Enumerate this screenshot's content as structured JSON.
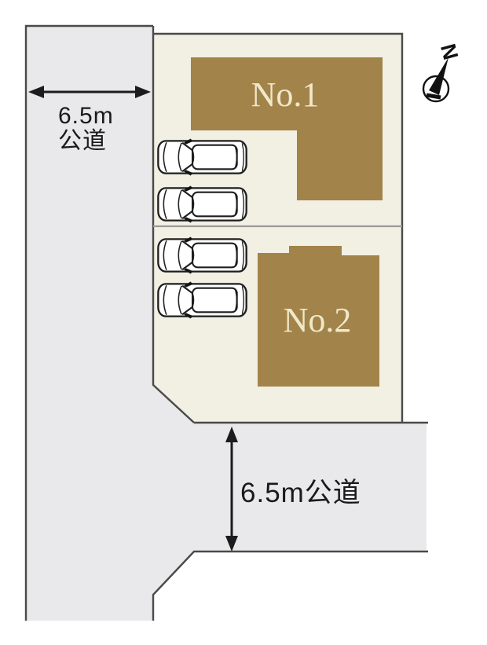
{
  "plan": {
    "type": "residential-site-plan",
    "compass": {
      "letter": "N"
    },
    "west_road": {
      "width_label": "6.5m",
      "type_label": "公道"
    },
    "south_road": {
      "label": "6.5m公道"
    },
    "lots": [
      {
        "id": "lot-1",
        "building_label": "No.1",
        "parked_cars": 2
      },
      {
        "id": "lot-2",
        "building_label": "No.2",
        "parked_cars": 2
      }
    ],
    "total_cars": 4,
    "colors": {
      "road_fill": "#e9e8ea",
      "lot_fill": "#f2efe3",
      "building_fill": "#a28349",
      "building_label": "#f0e8cb",
      "outline": "#4a4a4a",
      "divider": "#9b9b9b",
      "label_text": "#1a1a1a"
    }
  }
}
